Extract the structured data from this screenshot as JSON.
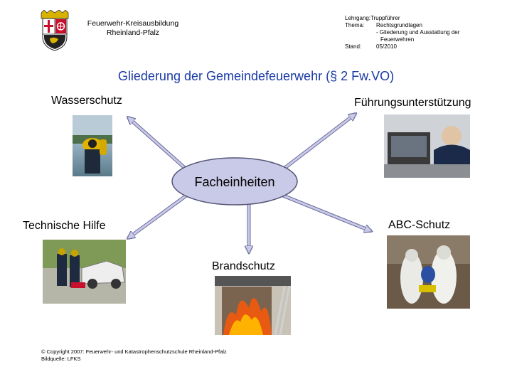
{
  "header": {
    "org_line1": "Feuerwehr-Kreisausbildung",
    "org_line2": "Rheinland-Pfalz",
    "course_label": "Lehrgang:",
    "course_value": "Truppführer",
    "topic_label": "Thema:",
    "topic_line1": "Rechtsgrundlagen",
    "topic_line2": "- Gliederung und Ausstattung der",
    "topic_line3": "Feuerwehren",
    "date_label": "Stand:",
    "date_value": "05/2010"
  },
  "slide": {
    "title": "Gliederung der Gemeindefeuerwehr (§ 2 Fw.VO)",
    "center": "Facheinheiten",
    "nodes": {
      "wasserschutz": "Wasserschutz",
      "fuehrung": "Führungsunterstützung",
      "technische_hilfe": "Technische Hilfe",
      "abc": "ABC-Schutz",
      "brandschutz": "Brandschutz"
    }
  },
  "footer": {
    "copyright": "© Copyright 2007: Feuerwehr- und Katastrophenschutzschule Rheinland-Pfalz",
    "source": "Bildquelle: LFKS"
  },
  "colors": {
    "title": "#1a3aa6",
    "arrow_fill": "#c9c9e8",
    "arrow_stroke": "#6a6a9a"
  },
  "icons": {
    "coat_of_arms": "rheinland-pfalz-coat-of-arms-icon"
  }
}
